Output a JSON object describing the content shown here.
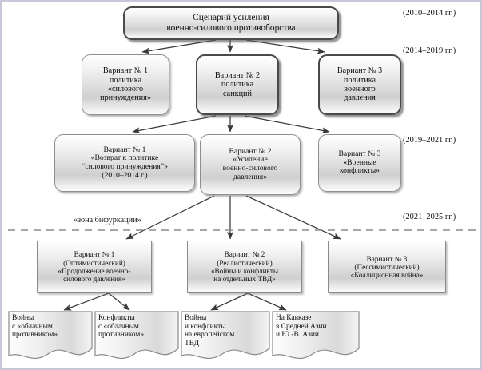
{
  "diagram": {
    "title": "Сценарий усиления военно-силового противоборства",
    "bifurcation_label": "«зона бифуркации»",
    "frame_color": "#c9c6da",
    "periods": [
      {
        "id": "p1",
        "label": "(2010–2014 гг.)"
      },
      {
        "id": "p2",
        "label": "(2014–2019 гг.)"
      },
      {
        "id": "p3",
        "label": "(2019–2021 гг.)"
      },
      {
        "id": "p4",
        "label": "(2021–2025 гг.)"
      }
    ],
    "root": {
      "line1": "Сценарий усиления",
      "line2": "военно-силового противоборства"
    },
    "row2": [
      {
        "id": "r2c1",
        "lines": [
          "Вариант № 1",
          "политика",
          "«силового",
          "принуждения»"
        ]
      },
      {
        "id": "r2c2",
        "lines": [
          "Вариант № 2",
          "политика",
          "санкций"
        ]
      },
      {
        "id": "r2c3",
        "lines": [
          "Вариант № 3",
          "политика",
          "военного",
          "давления"
        ]
      }
    ],
    "row3": [
      {
        "id": "r3c1",
        "lines": [
          "Вариант № 1",
          "«Возврат к политике",
          "“силового принуждения”»",
          "(2010–2014 г.)"
        ]
      },
      {
        "id": "r3c2",
        "lines": [
          "Вариант № 2",
          "«Усиление",
          "военно-силового",
          "давления»"
        ]
      },
      {
        "id": "r3c3",
        "lines": [
          "Вариант № 3",
          "«Военные",
          "конфликты»"
        ]
      }
    ],
    "row4": [
      {
        "id": "r4c1",
        "lines": [
          "Вариант № 1",
          "(Оптимистический)",
          "«Продолжение военно-",
          "силового давления»"
        ]
      },
      {
        "id": "r4c2",
        "lines": [
          "Вариант № 2",
          "(Реалистический)",
          "«Войны и конфликты",
          "на отдельных ТВД»"
        ]
      },
      {
        "id": "r4c3",
        "lines": [
          "Вариант № 3",
          "(Пессимистический)",
          "«Коалиционная война»"
        ]
      }
    ],
    "row5": [
      {
        "id": "r5c1",
        "lines": [
          "Войны",
          "с «облачным",
          "противником»"
        ]
      },
      {
        "id": "r5c2",
        "lines": [
          "Конфликты",
          "с «облачным",
          "противником»"
        ]
      },
      {
        "id": "r5c3",
        "lines": [
          "Войны",
          "и конфликты",
          "на европейском",
          "ТВД"
        ]
      },
      {
        "id": "r5c4",
        "lines": [
          "На Кавказе",
          "в Средней Азии",
          "и Ю.-В. Азии"
        ]
      }
    ]
  }
}
